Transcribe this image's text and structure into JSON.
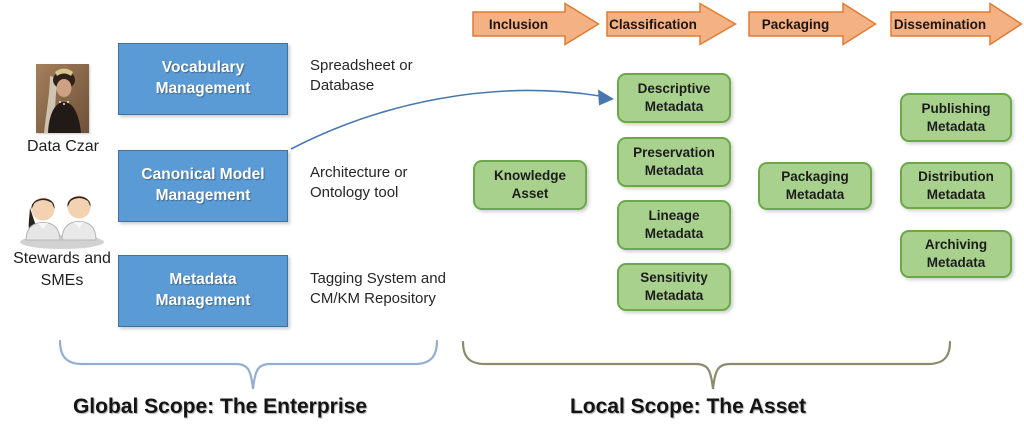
{
  "actors": {
    "data_czar": "Data Czar",
    "stewards": "Stewards and SMEs"
  },
  "management": [
    {
      "label": "Vocabulary Management",
      "tool": "Spreadsheet or Database"
    },
    {
      "label": "Canonical Model Management",
      "tool": "Architecture or Ontology tool"
    },
    {
      "label": "Metadata Management",
      "tool": "Tagging System and CM/KM Repository"
    }
  ],
  "phases": [
    "Inclusion",
    "Classification",
    "Packaging",
    "Dissemination"
  ],
  "artifacts": {
    "knowledge_asset": "Knowledge Asset",
    "classification": [
      "Descriptive Metadata",
      "Preservation Metadata",
      "Lineage Metadata",
      "Sensitivity Metadata"
    ],
    "packaging": "Packaging Metadata",
    "dissemination": [
      "Publishing Metadata",
      "Distribution Metadata",
      "Archiving Metadata"
    ]
  },
  "scopes": {
    "global": "Global Scope: The Enterprise",
    "local": "Local Scope: The Asset"
  },
  "colors": {
    "management_fill": "#5B9BD5",
    "management_border": "#41719C",
    "artifact_fill": "#A9D18E",
    "artifact_border": "#6CA84A",
    "phase_fill": "#F4B183",
    "phase_border": "#E07C33",
    "connector_arrow": "#4878B0",
    "global_brace": "#92AFD0",
    "local_brace": "#8B8C6E"
  }
}
